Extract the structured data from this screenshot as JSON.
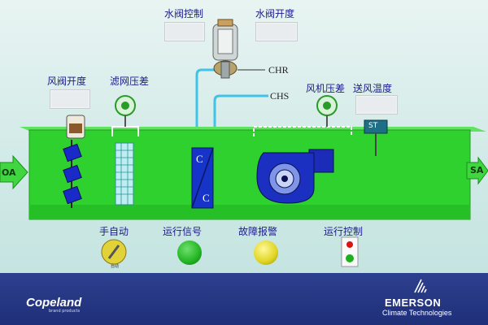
{
  "labels": {
    "valve_control": "水阀控制",
    "valve_opening": "水阀开度",
    "damper_opening": "风阀开度",
    "filter_dp": "滤网压差",
    "fan_dp": "风机压差",
    "supply_temp": "送风温度",
    "hand_auto": "手自动",
    "run_signal": "运行信号",
    "fault_alarm": "故障报警",
    "run_control": "运行控制"
  },
  "pipes": {
    "chr": "CHR",
    "chs": "CHS"
  },
  "ports": {
    "oa": "OA",
    "sa": "SA"
  },
  "coil": {
    "c1": "C",
    "c2": "C"
  },
  "sensor": {
    "st": "ST"
  },
  "switch": {
    "text": "自动"
  },
  "brand": {
    "left": "Copeland",
    "left_sub": "brand products",
    "right_line1": "EMERSON",
    "right_line2": "Climate Technologies"
  },
  "colors": {
    "duct": "#2fd12f",
    "duct_dark": "#1fa81f",
    "run_signal": "#22b422",
    "fault_alarm": "#e0d420",
    "footer": "#26358a"
  }
}
